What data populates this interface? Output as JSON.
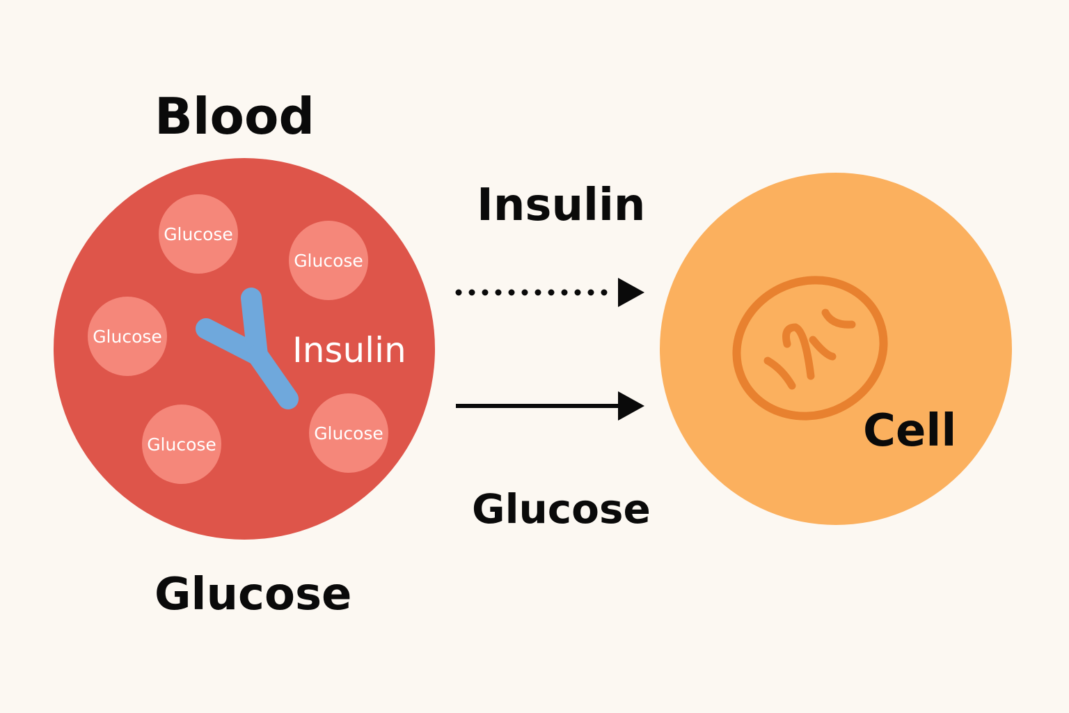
{
  "labels": {
    "blood": "Blood",
    "blood_glucose": "Glucose",
    "insulin_in_blood": "Insulin",
    "insulin_arrow": "Insulin",
    "glucose_arrow": "Glucose",
    "cell": "Cell"
  },
  "glucose_molecules": [
    "Glucose",
    "Glucose",
    "Glucose",
    "Glucose",
    "Glucose"
  ],
  "icons": {
    "insulin": "insulin-y-icon",
    "mitochondrion": "mitochondrion-icon",
    "insulin_arrow": "dotted-arrow-icon",
    "glucose_arrow": "solid-arrow-icon"
  },
  "colors": {
    "background": "#FCF8F2",
    "blood": "#DE554A",
    "glucose": "#F5877A",
    "insulin": "#6FA8DC",
    "cell": "#FBB05E",
    "mitochondrion": "#E8812F",
    "text": "#0A0A0A"
  }
}
